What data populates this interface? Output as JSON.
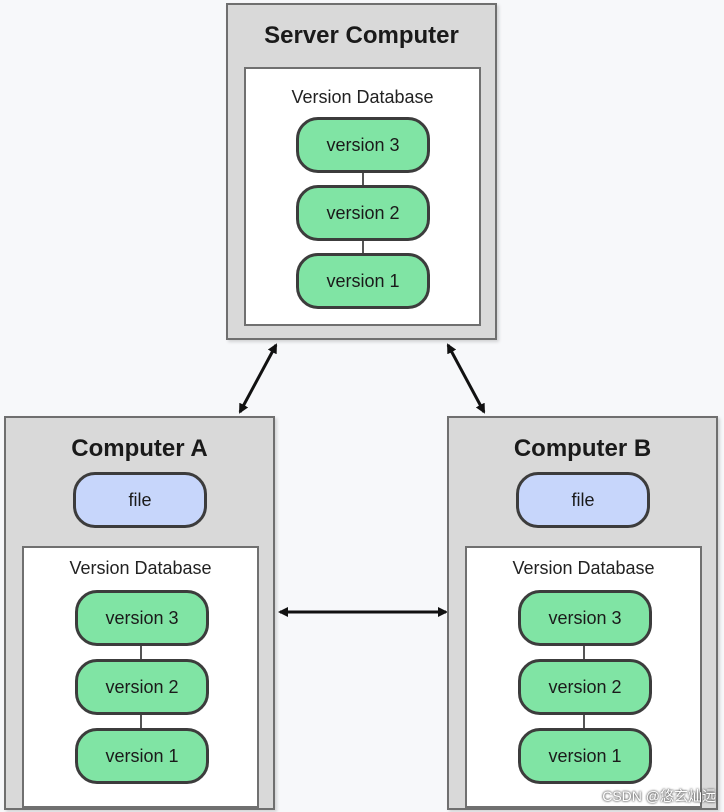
{
  "server": {
    "title": "Server Computer",
    "db_label": "Version Database",
    "versions": [
      "version 3",
      "version 2",
      "version 1"
    ]
  },
  "computer_a": {
    "title": "Computer A",
    "file_label": "file",
    "db_label": "Version Database",
    "versions": [
      "version 3",
      "version 2",
      "version 1"
    ]
  },
  "computer_b": {
    "title": "Computer B",
    "file_label": "file",
    "db_label": "Version Database",
    "versions": [
      "version 3",
      "version 2",
      "version 1"
    ]
  },
  "watermark": "CSDN @悠玄灿远",
  "colors": {
    "version_fill": "#80e4a4",
    "file_fill": "#c7d6fb",
    "panel_fill": "#d9d9d9"
  }
}
